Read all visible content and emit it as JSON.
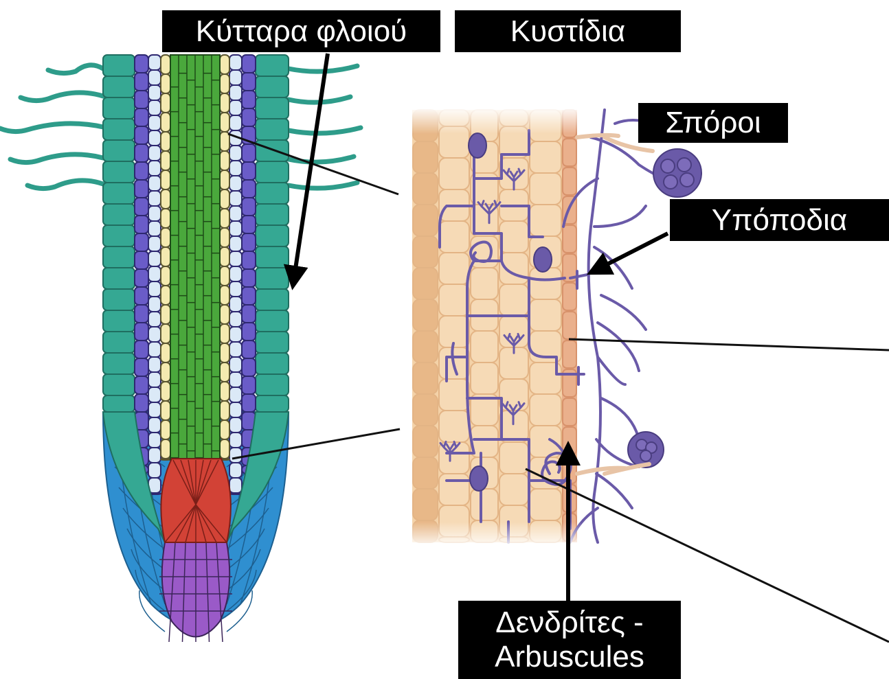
{
  "labels": {
    "cortex_cells": "Κύτταρα φλοιού",
    "vesicles": "Κυστίδια",
    "spores": "Σπόροι",
    "hypopodia": "Υπόποδια",
    "arbuscules_line1": "Δενδρίτες -",
    "arbuscules_line2": "Arbuscules"
  },
  "colors": {
    "root_hair": "#2e9c8a",
    "epidermis": "#35a893",
    "cortex_purple": "#6a5cc8",
    "endodermis": "#dbe9f7",
    "pericycle": "#f4eab0",
    "stele_green": "#4aa83c",
    "meristem_red": "#d24236",
    "root_cap_blue": "#2f8fd0",
    "columella_violet": "#9a5ac8",
    "tissue_light": "#f4d2a8",
    "tissue_dark": "#e8b888",
    "fungus": "#6a5aa8",
    "label_bg": "#000000",
    "label_text": "#ffffff"
  }
}
